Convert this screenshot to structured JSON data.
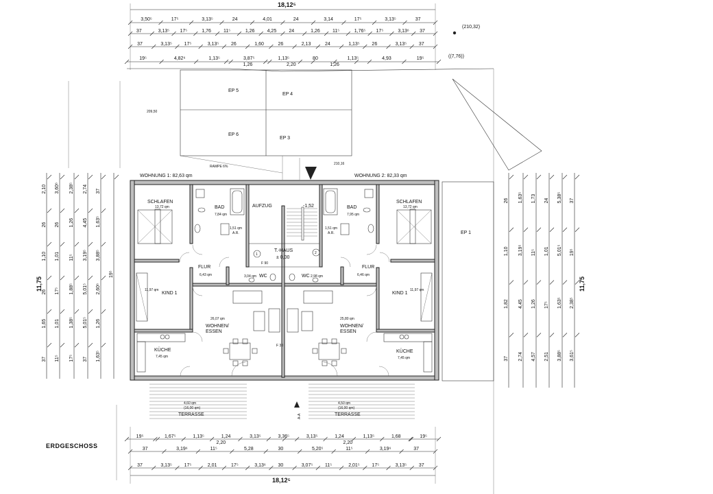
{
  "plan": {
    "floor_name": "ERDGESCHOSS",
    "overall_width": "18,12⁵",
    "overall_depth": "11,75",
    "dims_top": {
      "row1": [
        "3,50⁵",
        "17⁵",
        "3,13⁵",
        "24",
        "4,01",
        "24",
        "3,14",
        "17⁵",
        "3,13⁵",
        "37"
      ],
      "row2": [
        "37",
        "3,13⁵",
        "17⁵",
        "1,76",
        "11⁵",
        "1,26",
        "4,25",
        "24",
        "1,26",
        "11⁵",
        "1,76⁵",
        "17⁵",
        "3,13⁶",
        "37"
      ],
      "row3": [
        "37",
        "3,13⁵",
        "17⁵",
        "3,13⁵",
        "26",
        "1,60",
        "26",
        "2,13",
        "24",
        "1,13⁵",
        "26",
        "3,13⁵",
        "37"
      ],
      "row4": [
        "19⁵",
        "4,82⁶",
        "1,13⁵",
        "3,87⁵",
        "1,13⁵",
        "80",
        "1,13⁵",
        "4,93",
        "19⁵"
      ],
      "row4b": [
        "1,26",
        "2,20",
        "1,26"
      ]
    },
    "dims_bottom": {
      "row1": [
        "19⁵",
        "1,67⁵",
        "1,13⁵",
        "1,24",
        "3,13⁵",
        "3,36⁵",
        "3,13⁵",
        "1,24",
        "1,13⁵",
        "1,68",
        "19⁵"
      ],
      "row1b": [
        "2,20",
        "2,20"
      ],
      "row2": [
        "37",
        "3,19⁶",
        "11⁵",
        "5,28",
        "30",
        "5,20⁵",
        "11⁵",
        "3,19⁶",
        "37"
      ],
      "row3": [
        "37",
        "3,13⁵",
        "17⁵",
        "2,01",
        "17⁵",
        "3,13⁶",
        "30",
        "3,07⁵",
        "11⁵",
        "2,01⁵",
        "17⁵",
        "3,13⁵",
        "37"
      ]
    },
    "dims_left": [
      "37",
      "1,65",
      "26",
      "1,10",
      "26",
      "2,10",
      "11⁵",
      "1,01",
      "17⁵",
      "1,01",
      "26",
      "3,60⁶",
      "17⁵",
      "1,38⁵",
      "1,88⁵",
      "11⁵",
      "1,26",
      "2,38⁵",
      "37",
      "5,01⁵",
      "5,01⁵",
      "3,19⁵",
      "4,45",
      "2,74",
      "1,63⁵",
      "1,26",
      "2,60⁶",
      "3,88⁵",
      "1,63⁵",
      "37",
      "19⁵"
    ],
    "dims_right": [
      "37",
      "1,82",
      "1,10",
      "26",
      "2,74",
      "4,45",
      "3,19⁵",
      "1,63⁵",
      "4,57",
      "1,26",
      "11⁵",
      "1,73",
      "2,51",
      "17⁵",
      "1,01",
      "24",
      "3,88⁵",
      "1,63⁵",
      "5,01⁵",
      "5,38⁵",
      "3,61⁵",
      "2,38⁵",
      "19⁵",
      "37"
    ],
    "elevations": {
      "top_right_1": "(210,32)",
      "top_right_2": "((7,76))",
      "site_left": "209,50",
      "site_center": "210,16",
      "tr_zero": "± 0,00",
      "tr_minus": "-1,52",
      "ramp": "RAMPE 6%"
    },
    "units": {
      "w1": "WOHNUNG 1: 82,63 qm",
      "w2": "WOHNUNG 2: 82,33 qm"
    },
    "parking": [
      "EP 5",
      "EP 4",
      "EP 6",
      "EP 3",
      "EP 1"
    ],
    "rooms_left": {
      "schlafen": "SCHLAFEN",
      "schlafen_area": "13,72 qm",
      "bad": "BAD",
      "bad_area": "7,84 qm",
      "ar": "A.R.",
      "ar_area": "1,51 qm",
      "flur": "FLUR",
      "flur_area": "6,43 qm",
      "kind": "KIND 1",
      "kind_area": "11,97 qm",
      "wohnen": "WOHNEN/",
      "essen": "ESSEN",
      "wohnen_area": "26,07 qm",
      "kueche": "KÜCHE",
      "kueche_area": "7,45 qm",
      "wc": "WC",
      "wc_area": "3,04 qm",
      "terrasse": "TERRASSE",
      "terrasse_area": "4,60 qm",
      "terrasse_full": "(16,00 qm)"
    },
    "rooms_right": {
      "schlafen": "SCHLAFEN",
      "schlafen_area": "13,72 qm",
      "bad": "BAD",
      "bad_area": "7,95 qm",
      "ar": "A.R.",
      "ar_area": "1,51 qm",
      "flur": "FLUR",
      "flur_area": "6,46 qm",
      "kind": "KIND 1",
      "kind_area": "11,97 qm",
      "wohnen": "WOHNEN/",
      "essen": "ESSEN",
      "wohnen_area": "25,80 qm",
      "kueche": "KÜCHE",
      "kueche_area": "7,45 qm",
      "wc": "WC",
      "wc_area": "2,98 qm",
      "terrasse": "TERRASSE",
      "terrasse_area": "4,50 qm",
      "terrasse_full": "(16,00 qm)"
    },
    "core": {
      "aufzug": "AUFZUG",
      "treppenhaus": "T.-HAUS",
      "n1": "1",
      "n2": "2",
      "f90": "F 90",
      "f30": "F 30",
      "section": "A-A"
    }
  }
}
